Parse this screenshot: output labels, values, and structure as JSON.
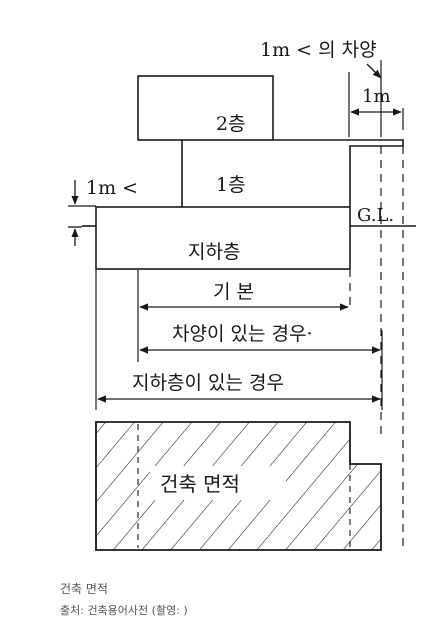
{
  "diagram": {
    "labels": {
      "eaves_over": "1m < 의 차양",
      "one_meter": "1m",
      "floor_2": "2층",
      "floor_1": "1층",
      "under_one_meter": "1m <",
      "ground_line": "G.L.",
      "basement": "지하층",
      "basic": "기 본",
      "with_eaves": "차양이 있는 경우·",
      "with_basement": "지하층이 있는 경우",
      "building_area": "건축 면적"
    },
    "colors": {
      "ink": "#1a1a1a"
    }
  },
  "caption": {
    "title": "건축 면적",
    "source": "출처: 건축용어사전 (촬영: )"
  }
}
